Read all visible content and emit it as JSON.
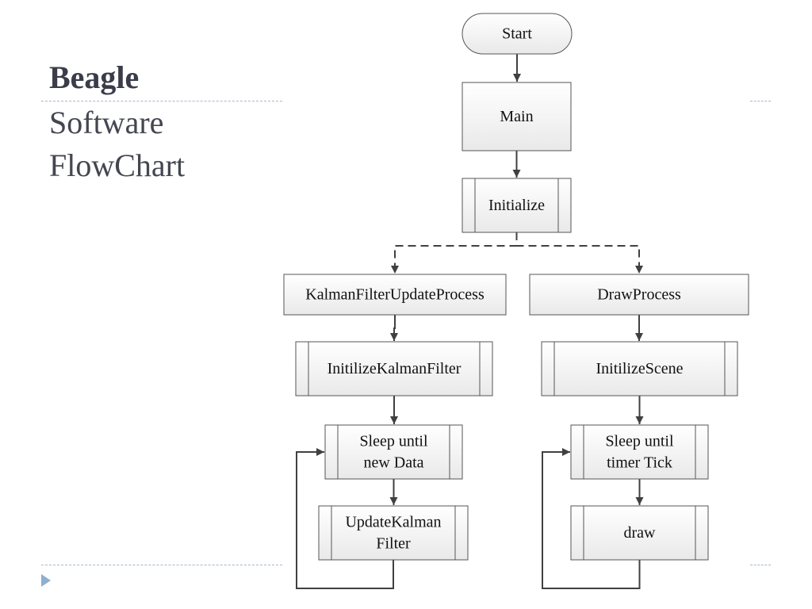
{
  "slide": {
    "title_bold": "Beagle",
    "title_line2": "Software",
    "title_line3": "FlowChart"
  },
  "flowchart": {
    "nodes": {
      "start": {
        "lines": [
          "Start"
        ],
        "shape": "terminator"
      },
      "main": {
        "lines": [
          "Main"
        ],
        "shape": "process"
      },
      "initialize": {
        "lines": [
          "Initialize"
        ],
        "shape": "predefined-process"
      },
      "kalman_process": {
        "lines": [
          "KalmanFilterUpdateProcess"
        ],
        "shape": "process"
      },
      "draw_process": {
        "lines": [
          "DrawProcess"
        ],
        "shape": "process"
      },
      "init_kalman": {
        "lines": [
          "InitilizeKalmanFilter"
        ],
        "shape": "predefined-process"
      },
      "init_scene": {
        "lines": [
          "InitilizeScene"
        ],
        "shape": "predefined-process"
      },
      "sleep_data": {
        "lines": [
          "Sleep until",
          "new Data"
        ],
        "shape": "predefined-process"
      },
      "sleep_timer": {
        "lines": [
          "Sleep until",
          "timer Tick"
        ],
        "shape": "predefined-process"
      },
      "update_kalman": {
        "lines": [
          "UpdateKalman",
          "Filter"
        ],
        "shape": "predefined-process"
      },
      "draw": {
        "lines": [
          "draw"
        ],
        "shape": "predefined-process"
      }
    },
    "edges": [
      {
        "from": "start",
        "to": "main",
        "style": "solid"
      },
      {
        "from": "main",
        "to": "initialize",
        "style": "solid"
      },
      {
        "from": "initialize",
        "to": "kalman_process",
        "style": "dashed"
      },
      {
        "from": "initialize",
        "to": "draw_process",
        "style": "dashed"
      },
      {
        "from": "kalman_process",
        "to": "init_kalman",
        "style": "solid"
      },
      {
        "from": "draw_process",
        "to": "init_scene",
        "style": "solid"
      },
      {
        "from": "init_kalman",
        "to": "sleep_data",
        "style": "solid"
      },
      {
        "from": "init_scene",
        "to": "sleep_timer",
        "style": "solid"
      },
      {
        "from": "sleep_data",
        "to": "update_kalman",
        "style": "solid"
      },
      {
        "from": "sleep_timer",
        "to": "draw",
        "style": "solid"
      },
      {
        "from": "update_kalman",
        "to": "sleep_data",
        "style": "solid",
        "kind": "loop"
      },
      {
        "from": "draw",
        "to": "sleep_timer",
        "style": "solid",
        "kind": "loop"
      }
    ]
  },
  "colors": {
    "box_top": "#ffffff",
    "box_bottom": "#e9e9e9",
    "box_border": "#555555",
    "line": "#404040",
    "rule": "#a7b8cc",
    "nav_arrow": "#8fb0cf"
  },
  "icons": {
    "nav": "triangle-right-icon"
  }
}
